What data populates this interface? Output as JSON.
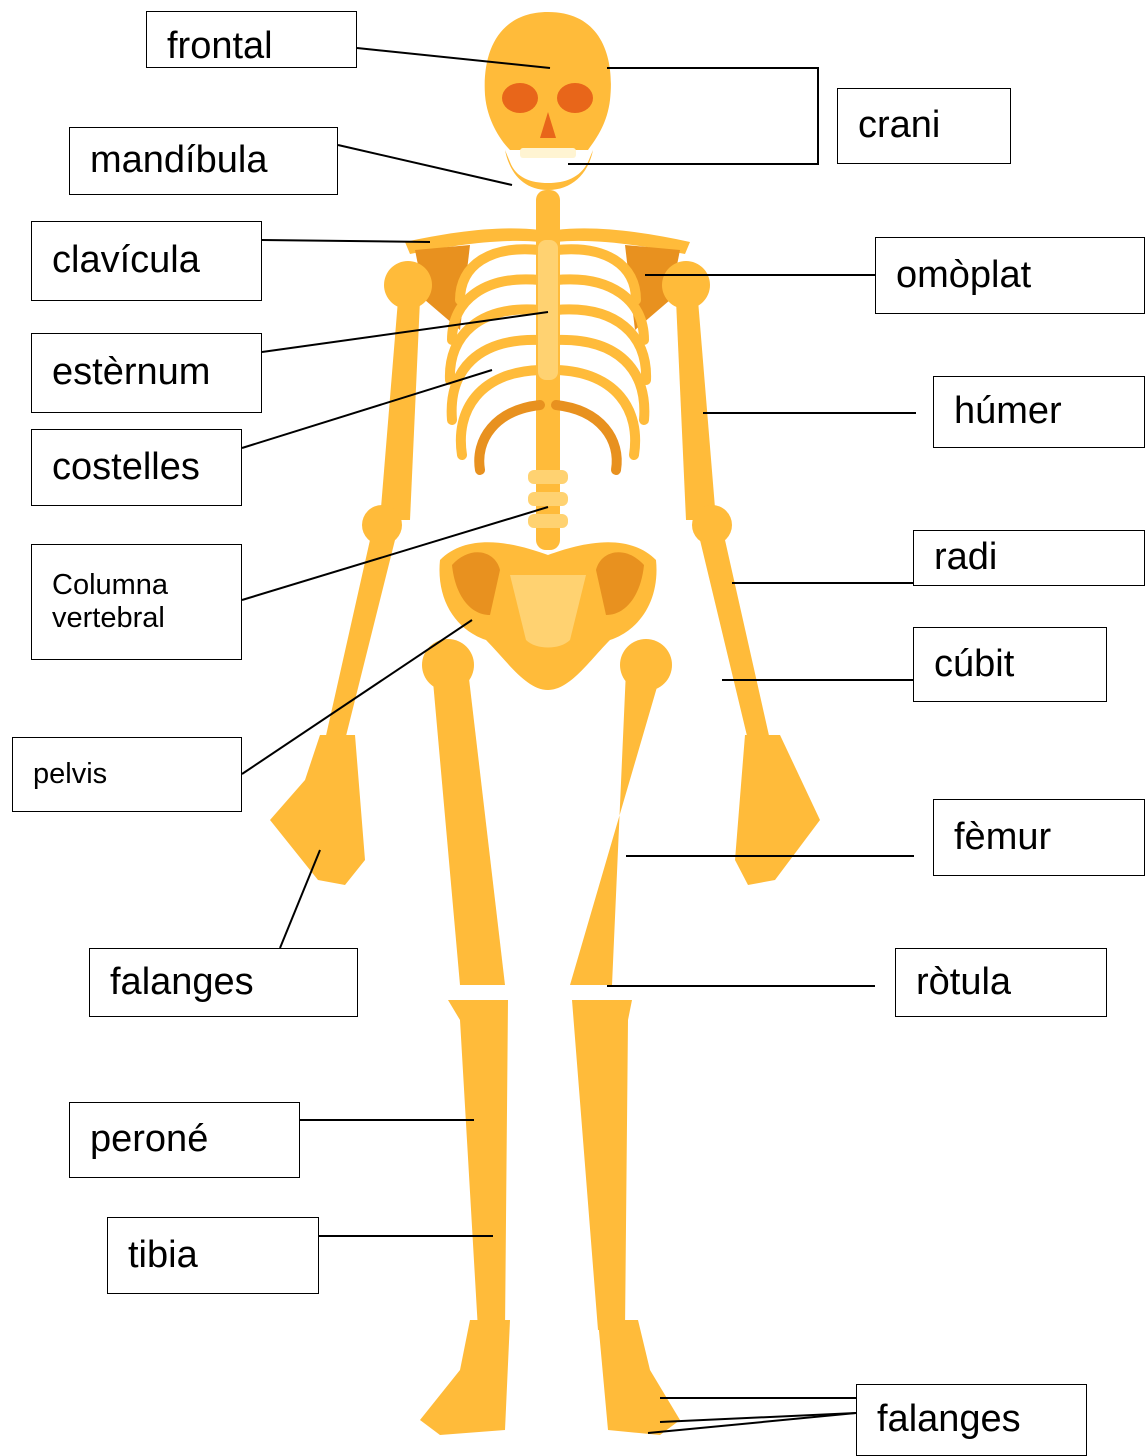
{
  "diagram": {
    "labels": {
      "frontal": "frontal",
      "crani": "crani",
      "mandibula": "mandíbula",
      "clavicula": "clavícula",
      "omoplat": "omòplat",
      "esternum": "estèrnum",
      "humer": "húmer",
      "costelles": "costelles",
      "columna_line1": "Columna",
      "columna_line2": "vertebral",
      "radi": "radi",
      "cubit": "cúbit",
      "pelvis": "pelvis",
      "femur": "fèmur",
      "falanges_hand": "falanges",
      "rotula": "ròtula",
      "perone": "peroné",
      "tibia": "tibia",
      "falanges_foot": "falanges"
    },
    "colors": {
      "bone": "#FFBB3A",
      "bone_light": "#FFD271",
      "bone_dark": "#E8911F",
      "socket": "#E8661A",
      "teeth": "#FFF4D2",
      "leader_line": "#000000"
    }
  }
}
